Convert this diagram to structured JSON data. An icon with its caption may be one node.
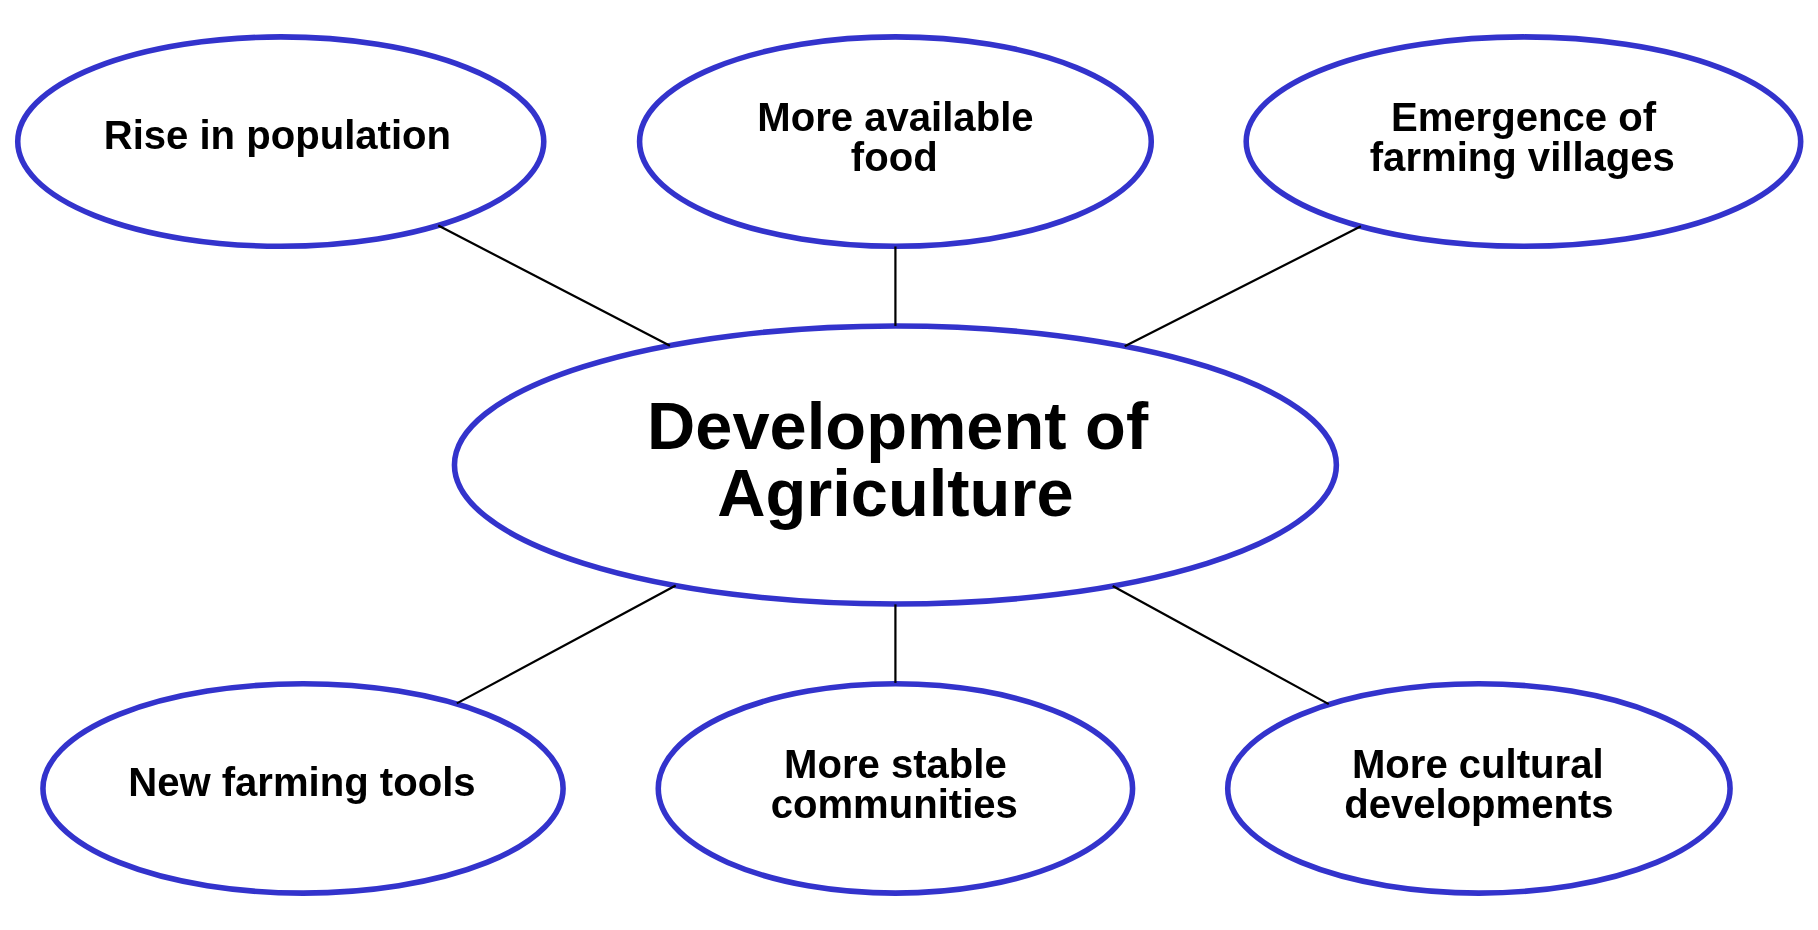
{
  "diagram": {
    "nodes": [
      {
        "text": [
          "Rise in population"
        ]
      },
      {
        "text": [
          "More available food"
        ]
      },
      {
        "text": [
          "Emergence of farming villages"
        ]
      },
      {
        "text": [
          "Development of Agriculture"
        ]
      },
      {
        "text": [
          "New farming tools"
        ]
      },
      {
        "text": [
          "More stable communities"
        ]
      },
      {
        "text": [
          "More cultural developments"
        ]
      }
    ],
    "edges": [
      {
        "from": 1,
        "to": 3,
        "arrow": "none"
      },
      {
        "from": 0,
        "to": 3,
        "arrow": "none"
      },
      {
        "from": 2,
        "to": 3,
        "arrow": "none"
      },
      {
        "from": 3,
        "to": 4,
        "arrow": "none"
      },
      {
        "from": 3,
        "to": 5,
        "arrow": "none"
      },
      {
        "from": 3,
        "to": 6,
        "arrow": "none"
      }
    ]
  }
}
